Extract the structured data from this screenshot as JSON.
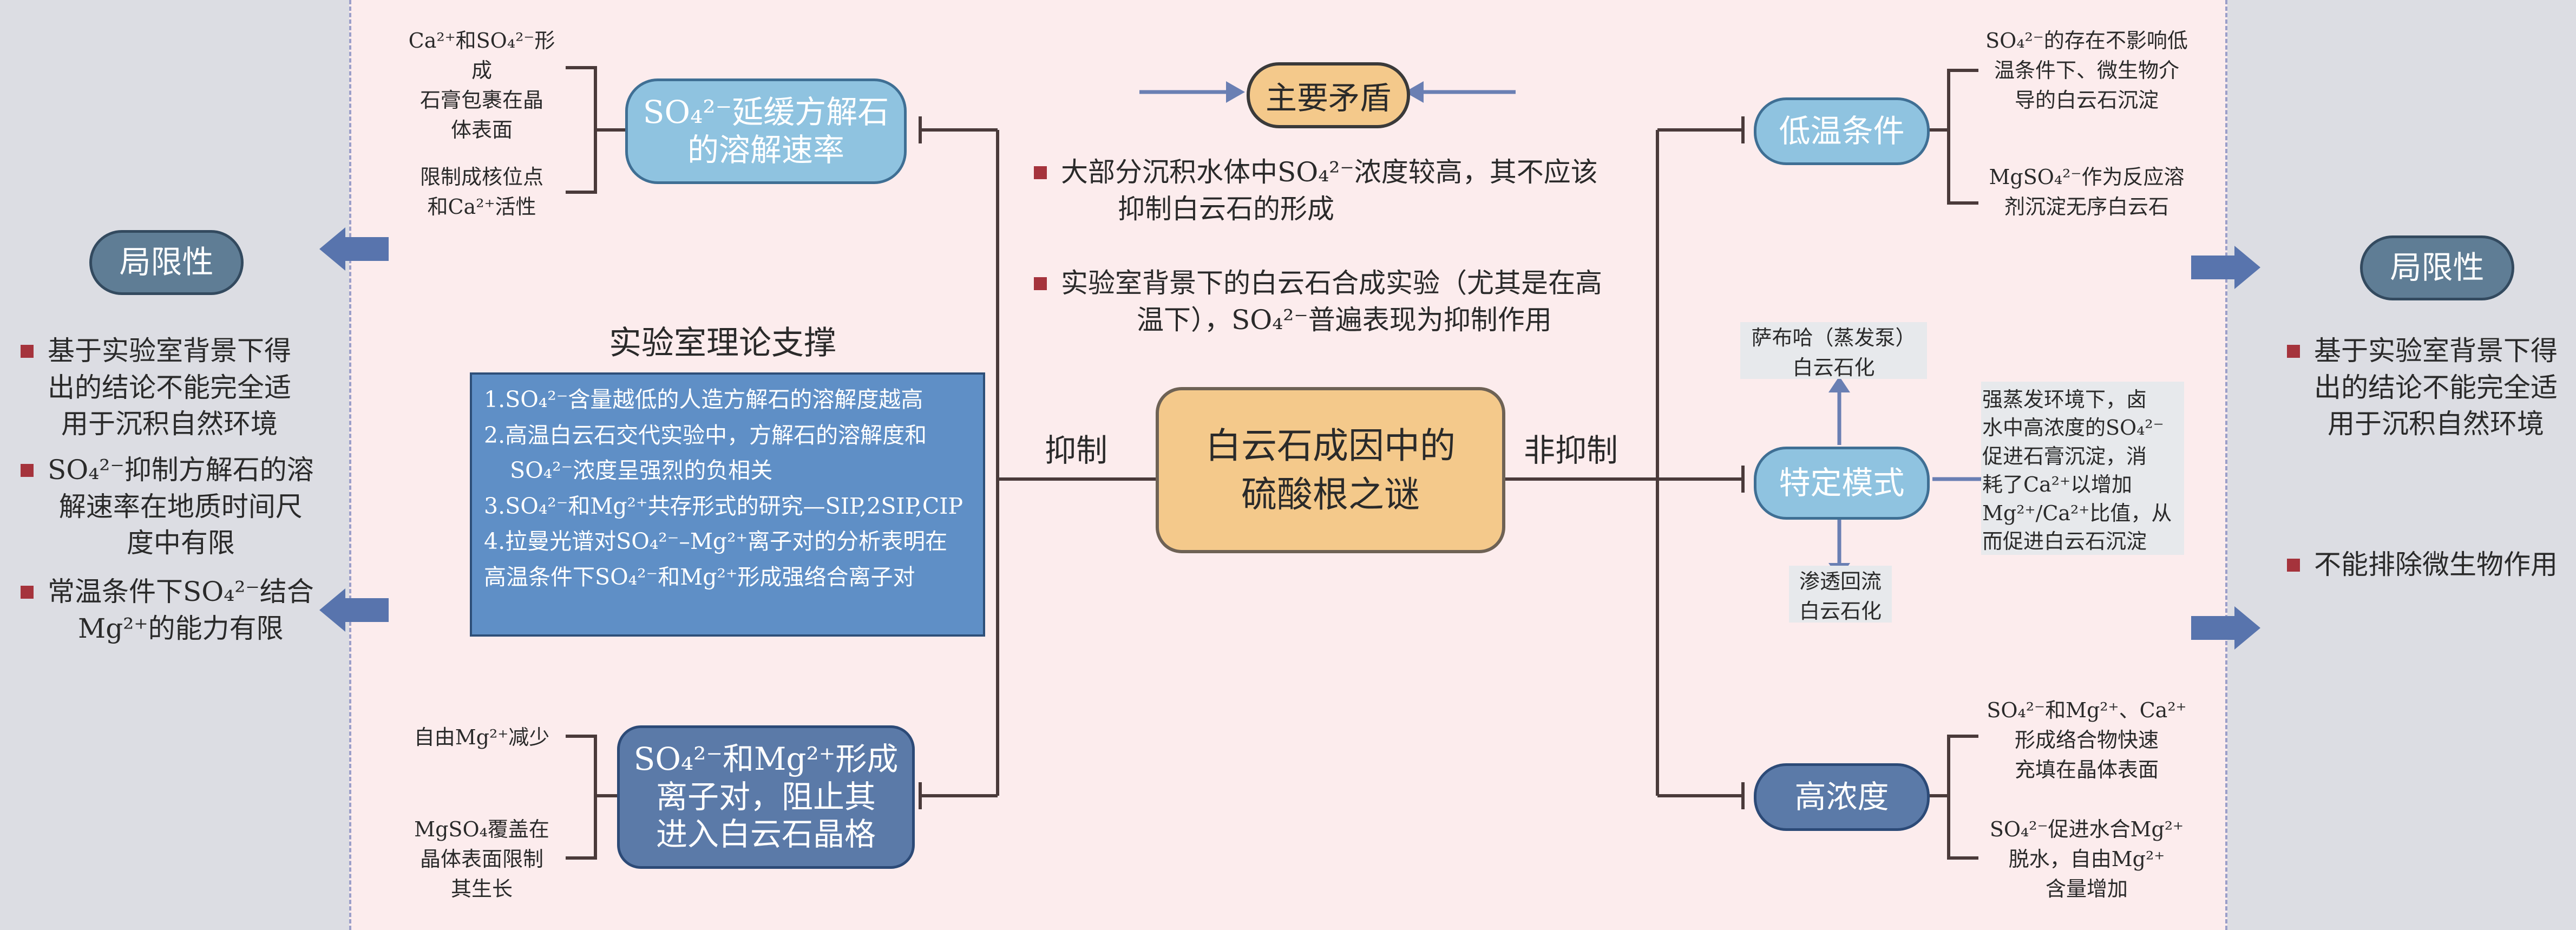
{
  "colors": {
    "background": "#fceced",
    "side_panel": "#dcdde3",
    "center_box": "#f4c98b",
    "theory_box": "#5f8fc6",
    "pill_light": "#8fc3e0",
    "pill_dark": "#5b7aa8",
    "pill_gray": "#5f7d95",
    "bullet": "#a5333c",
    "arrow": "#6a7fb3"
  },
  "center": {
    "title_line1": "白云石成因中的",
    "title_line2": "硫酸根之谜"
  },
  "main_contradiction": {
    "label": "主要矛盾",
    "bullets": [
      {
        "line1": "大部分沉积水体中SO₄²⁻浓度较高，其不应该",
        "line2": "抑制白云石的形成"
      },
      {
        "line1": "实验室背景下的白云石合成实验（尤其是在高",
        "line2": "温下），SO₄²⁻普遍表现为抑制作用"
      }
    ]
  },
  "left_branch": {
    "label": "抑制",
    "theory_title": "实验室理论支撑",
    "theory_lines": [
      "1.SO₄²⁻含量越低的人造方解石的溶解度越高",
      "2.高温白云石交代实验中，方解石的溶解度和",
      "SO₄²⁻浓度呈强烈的负相关",
      "3.SO₄²⁻和Mg²⁺共存形式的研究—SIP,2SIP,CIP",
      "4.拉曼光谱对SO₄²⁻–Mg²⁺离子对的分析表明在",
      "高温条件下SO₄²⁻和Mg²⁺形成强络合离子对"
    ],
    "top_node": {
      "line1": "SO₄²⁻延缓方解石",
      "line2": "的溶解速率"
    },
    "top_notes": [
      {
        "lines": [
          "Ca²⁺和SO₄²⁻形成",
          "石膏包裹在晶",
          "体表面"
        ]
      },
      {
        "lines": [
          "限制成核位点",
          "和Ca²⁺活性"
        ]
      }
    ],
    "bottom_node": {
      "line1": "SO₄²⁻和Mg²⁺形成",
      "line2": "离子对，阻止其",
      "line3": "进入白云石晶格"
    },
    "bottom_notes": [
      {
        "lines": [
          "自由Mg²⁺减少"
        ]
      },
      {
        "lines": [
          "MgSO₄覆盖在",
          "晶体表面限制",
          "其生长"
        ]
      }
    ]
  },
  "right_branch": {
    "label": "非抑制",
    "low_temp": {
      "label": "低温条件",
      "notes": [
        {
          "lines": [
            "SO₄²⁻的存在不影响低",
            "温条件下、微生物介",
            "导的白云石沉淀"
          ]
        },
        {
          "lines": [
            "MgSO₄²⁻作为反应溶",
            "剂沉淀无序白云石"
          ]
        }
      ]
    },
    "specific_mode": {
      "label": "特定模式",
      "up_note": {
        "lines": [
          "萨布哈（蒸发泵）",
          "白云石化"
        ]
      },
      "down_note": {
        "lines": [
          "渗透回流",
          "白云石化"
        ]
      },
      "side_note": {
        "lines": [
          "强蒸发环境下，卤",
          "水中高浓度的SO₄²⁻",
          "促进石膏沉淀，消",
          "耗了Ca²⁺以增加",
          "Mg²⁺/Ca²⁺比值，从",
          "而促进白云石沉淀"
        ]
      }
    },
    "high_conc": {
      "label": "高浓度",
      "notes": [
        {
          "lines": [
            "SO₄²⁻和Mg²⁺、Ca²⁺",
            "形成络合物快速",
            "充填在晶体表面"
          ]
        },
        {
          "lines": [
            "SO₄²⁻促进水合Mg²⁺",
            "脱水，自由Mg²⁺",
            "含量增加"
          ]
        }
      ]
    }
  },
  "left_limits": {
    "label": "局限性",
    "bullets": [
      {
        "lines": [
          "基于实验室背景下得",
          "出的结论不能完全适",
          "用于沉积自然环境"
        ]
      },
      {
        "lines": [
          "SO₄²⁻抑制方解石的溶",
          "解速率在地质时间尺",
          "度中有限"
        ]
      },
      {
        "lines": [
          "常温条件下SO₄²⁻结合",
          "Mg²⁺的能力有限"
        ]
      }
    ]
  },
  "right_limits": {
    "label": "局限性",
    "bullets": [
      {
        "lines": [
          "基于实验室背景下得",
          "出的结论不能完全适",
          "用于沉积自然环境"
        ]
      },
      {
        "lines": [
          "不能排除微生物作用"
        ]
      }
    ]
  }
}
